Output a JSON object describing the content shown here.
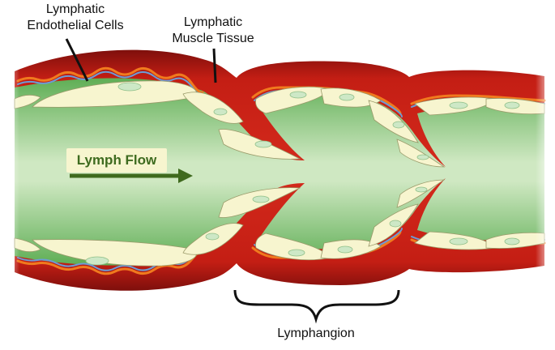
{
  "labels": {
    "endothelial_line1": "Lymphatic",
    "endothelial_line2": "Endothelial Cells",
    "muscle_line1": "Lymphatic",
    "muscle_line2": "Muscle Tissue",
    "lymph_flow": "Lymph Flow",
    "lymphangion": "Lymphangion"
  },
  "colors": {
    "muscle_dark": "#7e0f0c",
    "muscle": "#c41e14",
    "lumen_center": "#cfe8c2",
    "lumen_edge": "#6fba63",
    "endothelial_cell": "#f7f5cf",
    "cell_nucleus": "#cde8c6",
    "orange_fibers": "#f07a1e",
    "blue_fibers": "#6d9bd6",
    "arrow": "#3f6a1e"
  }
}
